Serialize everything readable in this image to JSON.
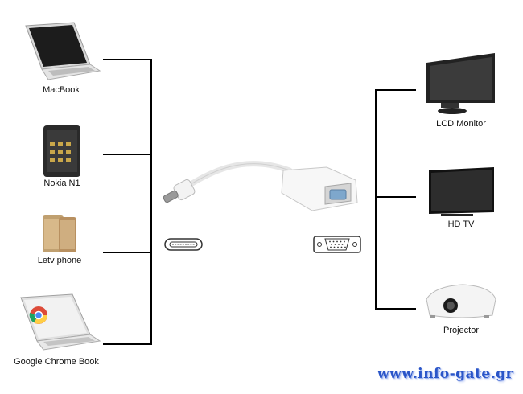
{
  "sources": [
    {
      "label": "MacBook",
      "icon": "laptop-icon"
    },
    {
      "label": "Nokia N1",
      "icon": "tablet-icon"
    },
    {
      "label": "Letv phone",
      "icon": "smartphone-icon"
    },
    {
      "label": "Google Chrome Book",
      "icon": "chromebook-icon"
    }
  ],
  "targets": [
    {
      "label": "LCD Monitor",
      "icon": "monitor-icon"
    },
    {
      "label": "HD TV",
      "icon": "tv-icon"
    },
    {
      "label": "Projector",
      "icon": "projector-icon"
    }
  ],
  "adapter": {
    "icon": "usb-c-to-vga-adapter-icon"
  },
  "ports": {
    "input_icon": "usb-c-port-icon",
    "output_icon": "vga-port-icon"
  },
  "watermark": "www.info-gate.gr"
}
